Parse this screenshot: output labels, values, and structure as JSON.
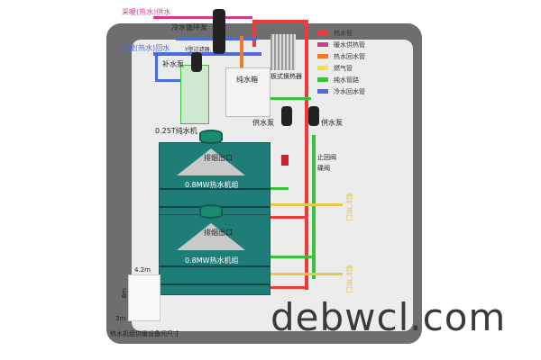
{
  "labels": {
    "heating_supply": "采暖(热水)供水",
    "heating_return": "采暖(热水)回水",
    "cold_circ_pump": "冷水循环泵",
    "y_filter": "Y型过滤器",
    "makeup_pump": "补水泵",
    "pure_tank": "纯水箱",
    "plate_exchanger": "板式换热器",
    "pure_machine": "0.25T纯水机",
    "supply_pump_1": "供水泵",
    "supply_pump_2": "供水泵",
    "check_valve": "止回阀",
    "butterfly_valve": "碟阀",
    "flue_outlet_1": "排烟出口",
    "boiler_1": "0.8MW热水机组",
    "flue_outlet_2": "排烟出口",
    "boiler_2": "0.8MW热水机组",
    "gas_inlet_1": "燃气进口",
    "gas_inlet_2": "燃气进口",
    "dim_width": "4.2m",
    "dim_length": "8m",
    "dim_height": "3m",
    "room_size": "热水机组供暖设备间尺寸"
  },
  "legend": [
    {
      "label": "热水管",
      "color": "#f03a3a"
    },
    {
      "label": "暖水供热管",
      "color": "#d63a8a"
    },
    {
      "label": "热水回水管",
      "color": "#f07a22"
    },
    {
      "label": "燃气管",
      "color": "#f5e23a"
    },
    {
      "label": "纯水管路",
      "color": "#3ac23a"
    },
    {
      "label": "冷水回水管",
      "color": "#4a6ae0"
    }
  ],
  "watermark": "debwcl.com"
}
